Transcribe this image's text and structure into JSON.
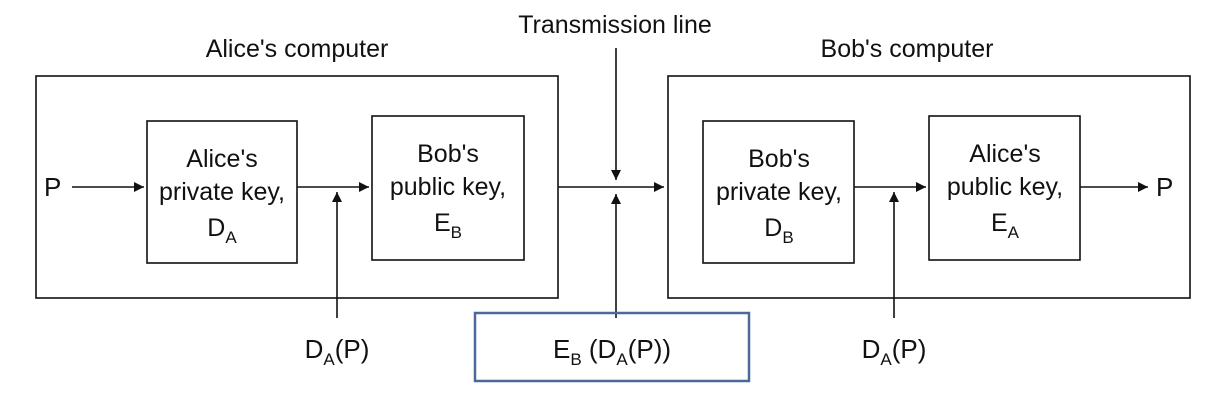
{
  "transmission_line": "Transmission line",
  "alice": {
    "title": "Alice's computer",
    "key_box": {
      "line1": "Alice's",
      "line2": "private key,",
      "sym": "D",
      "sub": "A"
    }
  },
  "bob_public": {
    "line1": "Bob's",
    "line2": "public key,",
    "sym": "E",
    "sub": "B"
  },
  "bob": {
    "title": "Bob's computer",
    "key_box": {
      "line1": "Bob's",
      "line2": "private key,",
      "sym": "D",
      "sub": "B"
    }
  },
  "alice_public": {
    "line1": "Alice's",
    "line2": "public key,",
    "sym": "E",
    "sub": "A"
  },
  "plaintext_in": "P",
  "plaintext_out": "P",
  "left_signature": {
    "sym": "D",
    "sub": "A",
    "rest": "(P)"
  },
  "right_signature": {
    "sym": "D",
    "sub": "A",
    "rest": "(P)"
  },
  "ciphertext": {
    "sym": "E",
    "sub": "B",
    "mid": " (D",
    "sub2": "A",
    "rest": "(P))"
  },
  "colors": {
    "highlight_border": "#4a6a9b"
  }
}
